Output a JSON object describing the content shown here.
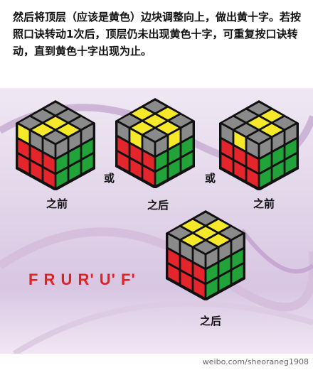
{
  "instruction_text": "然后将顶层（应该是黄色）边块调整向上，做出黄十字。若按照口诀转动1次后，顶层仍未出现黄色十字，可重复按口诀转动，直到黄色十字出现为止。",
  "labels": {
    "before_1": "之前",
    "or_1": "或",
    "after_1": "之后",
    "or_2": "或",
    "before_2": "之前",
    "after_2": "之后"
  },
  "formula": "F R U R' U' F'",
  "watermark": "weibo.com/sheoraneg1908",
  "colors": {
    "yellow": "#f5e92a",
    "gray": "#8a8a8a",
    "red": "#e5252c",
    "green": "#22a33a",
    "formula_red": "#e02222"
  },
  "cubes": [
    {
      "name": "cube-before-1",
      "top": [
        "gray",
        "gray",
        "gray",
        "gray",
        "yellow",
        "yellow",
        "gray",
        "yellow",
        "gray"
      ],
      "left": [
        "yellow",
        "gray",
        "gray",
        "red",
        "red",
        "red",
        "red",
        "red",
        "red"
      ],
      "right": [
        "gray",
        "gray",
        "gray",
        "green",
        "green",
        "green",
        "green",
        "green",
        "green"
      ]
    },
    {
      "name": "cube-after-1",
      "top": [
        "gray",
        "yellow",
        "gray",
        "yellow",
        "yellow",
        "yellow",
        "gray",
        "yellow",
        "gray"
      ],
      "left": [
        "gray",
        "yellow",
        "gray",
        "red",
        "red",
        "red",
        "red",
        "red",
        "red"
      ],
      "right": [
        "gray",
        "yellow",
        "gray",
        "green",
        "green",
        "green",
        "green",
        "green",
        "green"
      ]
    },
    {
      "name": "cube-before-2",
      "top": [
        "gray",
        "yellow",
        "gray",
        "gray",
        "yellow",
        "yellow",
        "gray",
        "gray",
        "gray"
      ],
      "left": [
        "gray",
        "yellow",
        "gray",
        "red",
        "red",
        "red",
        "red",
        "red",
        "red"
      ],
      "right": [
        "gray",
        "gray",
        "gray",
        "green",
        "green",
        "green",
        "green",
        "green",
        "green"
      ]
    },
    {
      "name": "cube-after-2",
      "top": [
        "gray",
        "yellow",
        "gray",
        "yellow",
        "yellow",
        "yellow",
        "gray",
        "yellow",
        "gray"
      ],
      "left": [
        "gray",
        "gray",
        "gray",
        "red",
        "red",
        "red",
        "red",
        "red",
        "red"
      ],
      "right": [
        "gray",
        "gray",
        "gray",
        "green",
        "green",
        "green",
        "green",
        "green",
        "green"
      ]
    }
  ]
}
